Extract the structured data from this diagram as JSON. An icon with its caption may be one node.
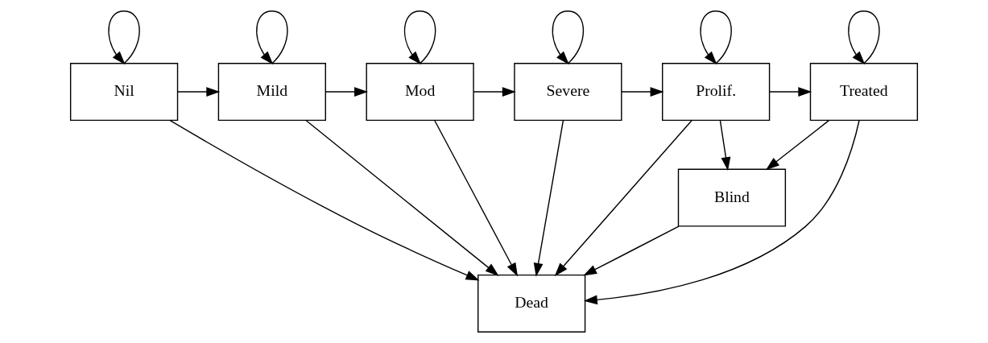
{
  "diagram": {
    "nodes": [
      {
        "text": [
          "Nil"
        ]
      },
      {
        "text": [
          "Mild"
        ]
      },
      {
        "text": [
          "Mod"
        ]
      },
      {
        "text": [
          "Severe"
        ]
      },
      {
        "text": [
          "Prolif."
        ]
      },
      {
        "text": [
          "Treated"
        ]
      },
      {
        "text": [
          "Blind"
        ]
      },
      {
        "text": [
          "Dead"
        ]
      }
    ],
    "edges": [
      {
        "from": 0,
        "to": 0,
        "arrow": "to"
      },
      {
        "from": 1,
        "to": 1,
        "arrow": "to"
      },
      {
        "from": 2,
        "to": 2,
        "arrow": "to"
      },
      {
        "from": 3,
        "to": 3,
        "arrow": "to"
      },
      {
        "from": 4,
        "to": 4,
        "arrow": "to"
      },
      {
        "from": 5,
        "to": 5,
        "arrow": "to"
      },
      {
        "from": 0,
        "to": 1,
        "arrow": "to"
      },
      {
        "from": 1,
        "to": 2,
        "arrow": "to"
      },
      {
        "from": 2,
        "to": 3,
        "arrow": "to"
      },
      {
        "from": 3,
        "to": 4,
        "arrow": "to"
      },
      {
        "from": 4,
        "to": 5,
        "arrow": "to"
      },
      {
        "from": 4,
        "to": 6,
        "arrow": "to"
      },
      {
        "from": 5,
        "to": 6,
        "arrow": "to"
      },
      {
        "from": 4,
        "to": 7,
        "arrow": "to"
      },
      {
        "from": 6,
        "to": 7,
        "arrow": "to"
      },
      {
        "from": 3,
        "to": 7,
        "arrow": "to"
      },
      {
        "from": 2,
        "to": 7,
        "arrow": "to"
      },
      {
        "from": 1,
        "to": 7,
        "arrow": "to"
      },
      {
        "from": 0,
        "to": 7,
        "arrow": "to"
      },
      {
        "from": 5,
        "to": 7,
        "arrow": "to"
      }
    ]
  }
}
